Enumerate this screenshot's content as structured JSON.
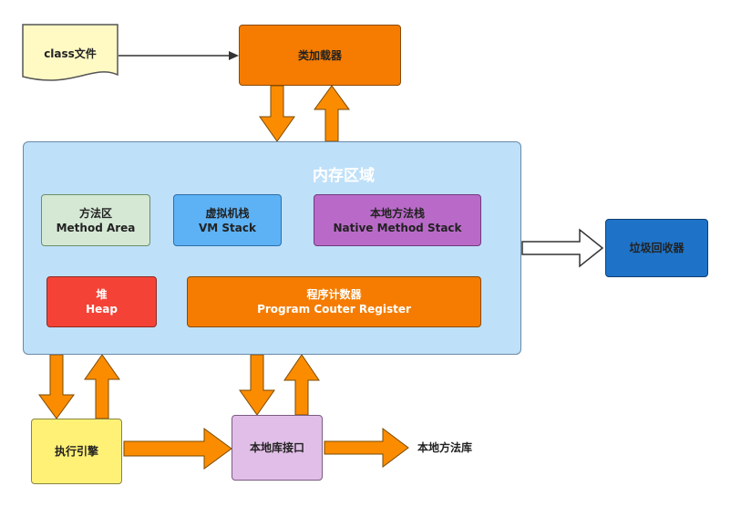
{
  "class_file": "class文件",
  "class_loader": "类加载器",
  "memory_area": {
    "title": "内存区域",
    "method_area": {
      "cn": "方法区",
      "en": "Method Area"
    },
    "vm_stack": {
      "cn": "虚拟机栈",
      "en": "VM Stack"
    },
    "native_method_stack": {
      "cn": "本地方法栈",
      "en": "Native Method Stack"
    },
    "heap": {
      "cn": "堆",
      "en": "Heap"
    },
    "program_counter": {
      "cn": "程序计数器",
      "en": "Program Couter Register"
    }
  },
  "garbage_collector": "垃圾回收器",
  "execution_engine": "执行引擎",
  "native_library_interface": "本地库接口",
  "native_method_library": "本地方法库",
  "colors": {
    "class_loader": "#f57c00",
    "memory": "#bfe0f9",
    "method_area": "#d5e8d4",
    "vm_stack": "#5db2f5",
    "native_stack": "#b96ac8",
    "heap": "#f44336",
    "program_counter": "#f57c00",
    "gc": "#1e73c8",
    "exec_engine": "#fff176",
    "native_interface": "#e1bee7",
    "orange_arrow": "#fb8c00"
  }
}
